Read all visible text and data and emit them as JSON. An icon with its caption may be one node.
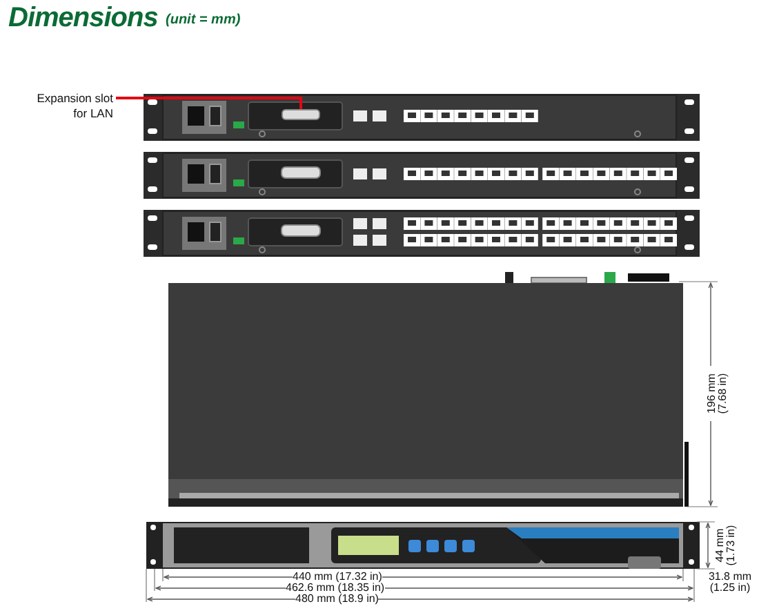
{
  "diagram": {
    "title": "Dimensions",
    "nodes": [
      {
        "text": [
          "Expansion slot for LAN"
        ]
      },
      {
        "text": [],
        "shape": "box"
      }
    ],
    "edges": [
      {
        "from": 0,
        "to": 1,
        "arrow": "none",
        "color": "#e30613"
      }
    ],
    "labels": [
      "(unit = mm)",
      "196 mm (7.68 in)",
      "44 mm (1.73 in)",
      "440 mm (17.32 in)",
      "31.8 mm (1.25 in)",
      "462.6 mm (18.35 in)",
      "480 mm (18.9 in)"
    ]
  }
}
